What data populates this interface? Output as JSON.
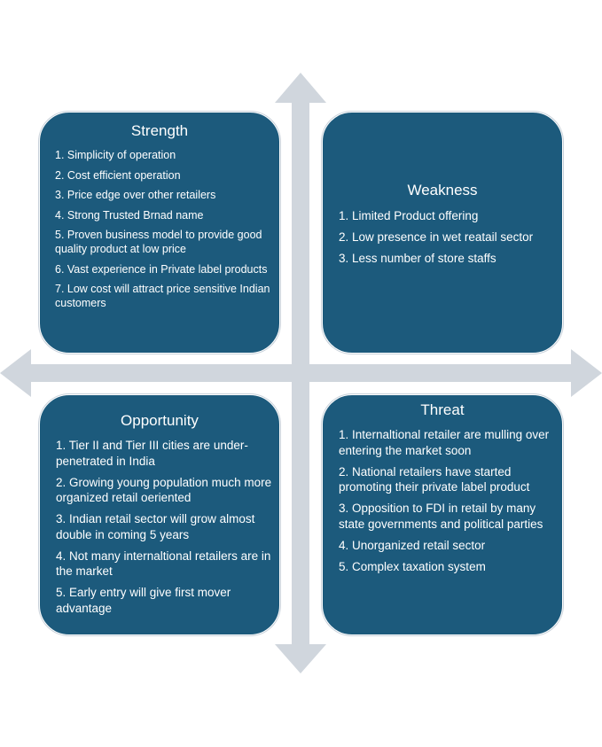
{
  "colors": {
    "quadrant_fill": "#1c5a7c",
    "arrow_fill": "#d0d6dd",
    "text": "#ffffff"
  },
  "icons": {
    "vertical_arrow": "double-headed-vertical-arrow-icon",
    "horizontal_arrow": "double-headed-horizontal-arrow-icon"
  },
  "strength": {
    "title": "Strength",
    "items": [
      "1. Simplicity of operation",
      "2. Cost efficient operation",
      "3. Price edge over other retailers",
      "4. Strong Trusted Brnad name",
      "5. Proven business model to provide good quality product at low price",
      "6. Vast experience in Private label products",
      "7. Low cost will attract price sensitive Indian customers"
    ]
  },
  "weakness": {
    "title": "Weakness",
    "items": [
      "1. Limited Product offering",
      "2. Low presence in wet reatail sector",
      "3. Less number of store staffs"
    ]
  },
  "opportunity": {
    "title": "Opportunity",
    "items": [
      "1. Tier II and Tier III cities are under-penetrated  in India",
      "2. Growing young population much more organized retail oeriented",
      "3. Indian retail sector will grow almost double in coming 5 years",
      "4. Not many internaltional retailers are in the market",
      "5. Early entry will give first mover advantage"
    ]
  },
  "threat": {
    "title": "Threat",
    "items": [
      "1. Internaltional retailer are mulling over entering the market soon",
      "2. National retailers have started promoting their private label product",
      "3. Opposition to FDI in retail by many state governments and political parties",
      "4. Unorganized retail sector",
      "5. Complex taxation system"
    ]
  }
}
